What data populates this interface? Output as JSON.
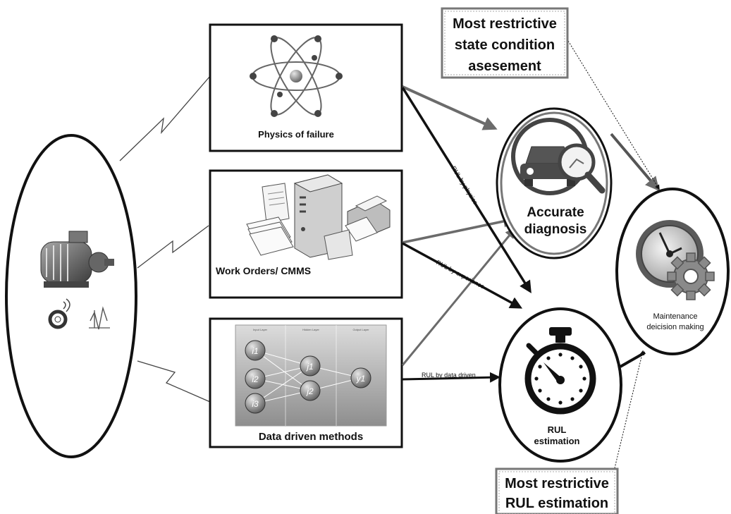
{
  "boxes": {
    "physics": "Physics of failure",
    "work_orders": "Work Orders/ CMMS",
    "data_driven": "Data driven methods"
  },
  "nodes": {
    "diagnosis_line1": "Accurate",
    "diagnosis_line2": "diagnosis",
    "rul_line1": "RUL",
    "rul_line2": "estimation",
    "maintenance_line1": "Maintenance",
    "maintenance_line2": "deicision making"
  },
  "arrow_labels": {
    "physics": "RUL by physics",
    "experience": "RUL by experience",
    "data_driven": "RUL by data driven"
  },
  "callouts": {
    "top_line1": "Most restrictive",
    "top_line2": "state condition",
    "top_line3": "asesement",
    "bottom_line1": "Most restrictive",
    "bottom_line2": "RUL estimation"
  },
  "neural_net": {
    "layers": [
      "Input Layer",
      "Hidden Layer",
      "Output Layer"
    ],
    "inputs": [
      "i1",
      "i2",
      "i3"
    ],
    "hidden": [
      "j1",
      "j2"
    ],
    "output": "y1"
  },
  "icons": {
    "atom": "atom-icon",
    "computer": "computer-printer-icon",
    "car": "car-inspection-icon",
    "stopwatch": "stopwatch-icon",
    "gear": "clock-gear-icon",
    "motor": "electric-motor-icon"
  },
  "colors": {
    "outline": "#111111",
    "grey_arrow": "#6b6b6b",
    "callout_border": "#777777"
  }
}
